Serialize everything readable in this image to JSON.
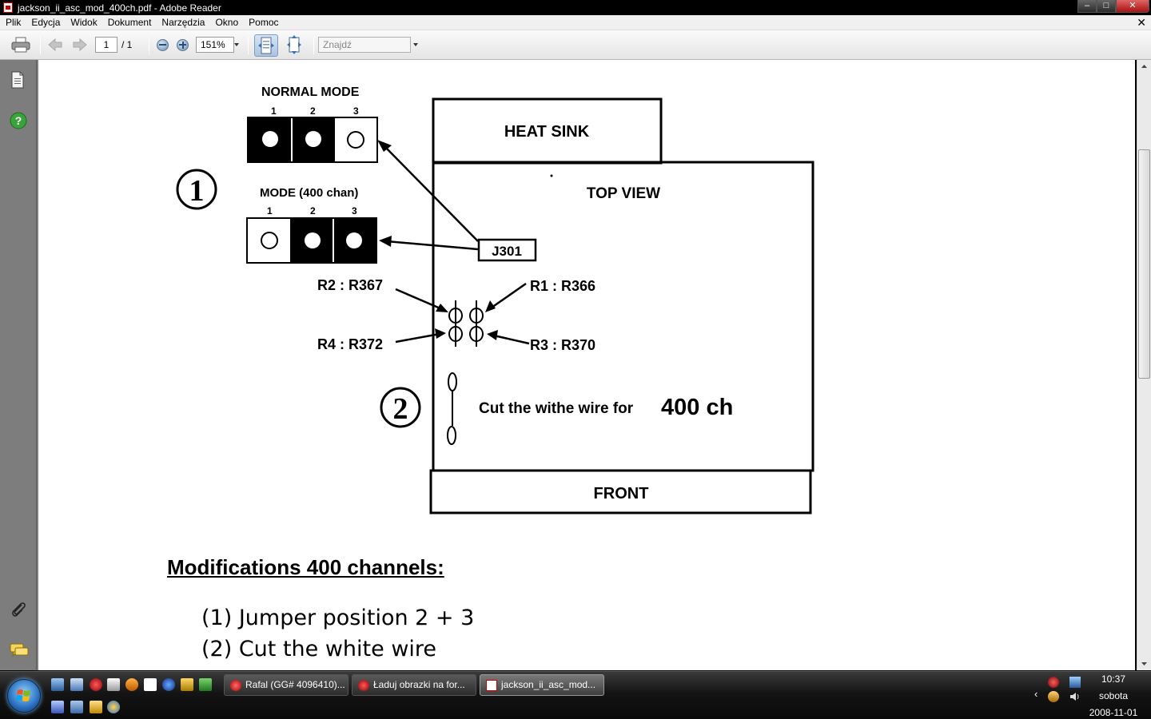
{
  "window": {
    "title": "jackson_ii_asc_mod_400ch.pdf - Adobe Reader",
    "min_label": "–",
    "max_label": "□",
    "close_label": "✕",
    "doc_close": "✕"
  },
  "menu": [
    "Plik",
    "Edycja",
    "Widok",
    "Dokument",
    "Narzędzia",
    "Okno",
    "Pomoc"
  ],
  "toolbar": {
    "page_current": "1",
    "page_total": "/ 1",
    "zoom": "151%",
    "find_placeholder": "Znajdź"
  },
  "diagram": {
    "normal_mode": "NORMAL MODE",
    "mode_400": "MODE (400 chan)",
    "pin_numbers_top": [
      "1",
      "2",
      "3"
    ],
    "pin_numbers_bottom": [
      "1",
      "2",
      "3"
    ],
    "circled_1": "1",
    "circled_2": "2",
    "heat_sink": "HEAT SINK",
    "top_view": "TOP VIEW",
    "j301": "J301",
    "r2": "R2 : R367",
    "r1": "R1 : R366",
    "r4": "R4 : R372",
    "r3": "R3 : R370",
    "cut_text": "Cut the withe wire for",
    "cut_value": "400 ch",
    "front": "FRONT"
  },
  "content": {
    "mods_title": "Modifications 400 channels:",
    "mods_line1": "(1) Jumper position 2 + 3",
    "mods_line2": "(2) Cut the white wire"
  },
  "taskbar": {
    "tasks": [
      {
        "label": "Rafal (GG# 4096410)..."
      },
      {
        "label": "Ładuj obrazki na for..."
      },
      {
        "label": "jackson_ii_asc_mod..."
      }
    ],
    "time": "10:37",
    "day": "sobota",
    "date": "2008-11-01"
  }
}
